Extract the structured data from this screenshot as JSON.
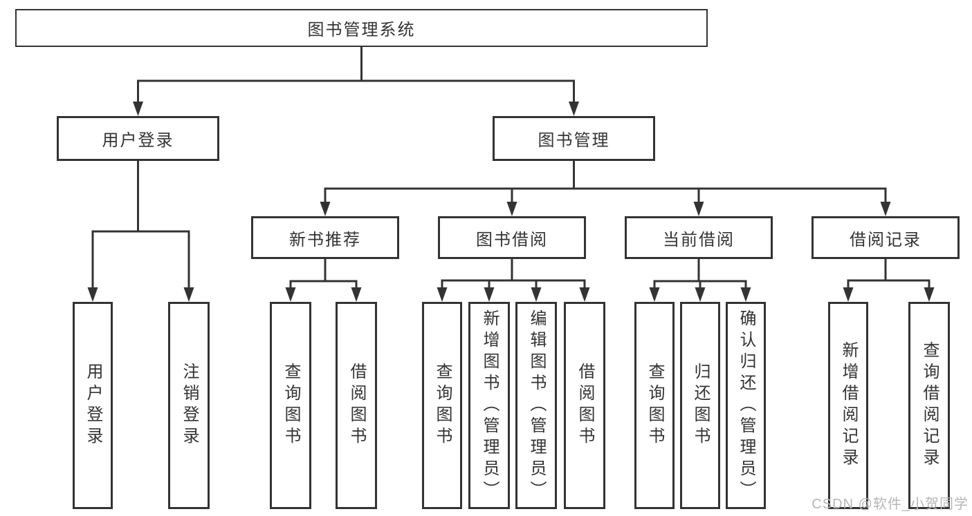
{
  "diagram_type": "tree",
  "colors": {
    "line": "#333333",
    "node_border": "#333333",
    "node_background": "#ffffff",
    "text": "#333333",
    "watermark_text": "#b6b6b6"
  },
  "tree": {
    "label": "图书管理系统",
    "children": [
      {
        "label": "用户登录",
        "children": [
          {
            "label": "用户登录"
          },
          {
            "label": "注销登录"
          }
        ]
      },
      {
        "label": "图书管理",
        "children": [
          {
            "label": "新书推荐",
            "children": [
              {
                "label": "查询图书"
              },
              {
                "label": "借阅图书"
              }
            ]
          },
          {
            "label": "图书借阅",
            "children": [
              {
                "label": "查询图书"
              },
              {
                "label": "新增图书（管理员）"
              },
              {
                "label": "编辑图书（管理员）"
              },
              {
                "label": "借阅图书"
              }
            ]
          },
          {
            "label": "当前借阅",
            "children": [
              {
                "label": "查询图书"
              },
              {
                "label": "归还图书"
              },
              {
                "label": "确认归还（管理员）"
              }
            ]
          },
          {
            "label": "借阅记录",
            "children": [
              {
                "label": "新增借阅记录"
              },
              {
                "label": "查询借阅记录"
              }
            ]
          }
        ]
      }
    ]
  },
  "watermark": {
    "text": "CSDN @软件_小贺同学"
  }
}
